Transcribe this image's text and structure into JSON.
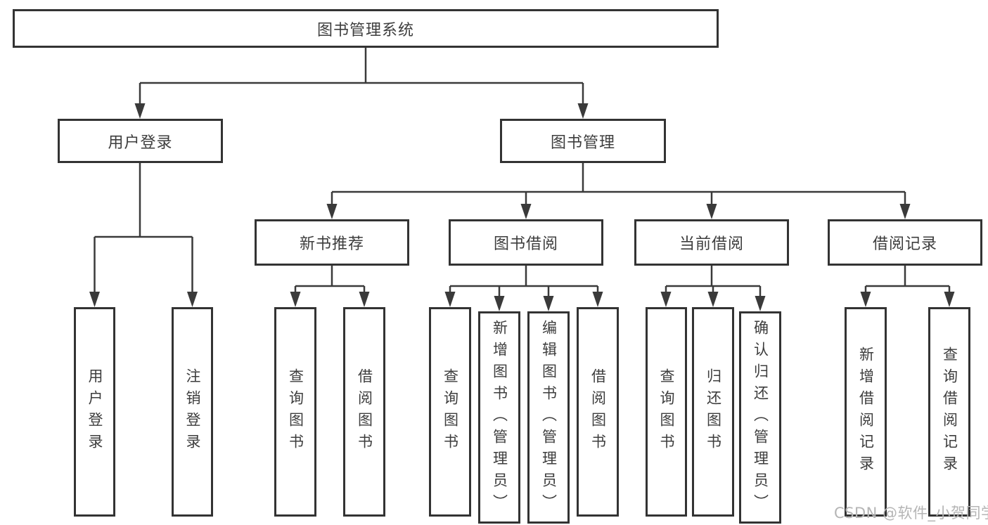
{
  "diagram": {
    "type": "hierarchy-tree",
    "tree": {
      "root": {
        "label": "图书管理系统"
      },
      "level2": [
        {
          "label": "用户登录"
        },
        {
          "label": "图书管理"
        }
      ],
      "level3": [
        {
          "label": "新书推荐",
          "parent": "图书管理"
        },
        {
          "label": "图书借阅",
          "parent": "图书管理"
        },
        {
          "label": "当前借阅",
          "parent": "图书管理"
        },
        {
          "label": "借阅记录",
          "parent": "图书管理"
        }
      ],
      "leaves": {
        "user_login": [
          {
            "label": "用户登录"
          },
          {
            "label": "注销登录"
          }
        ],
        "new_book": [
          {
            "label": "查询图书"
          },
          {
            "label": "借阅图书"
          }
        ],
        "borrow": [
          {
            "label": "查询图书"
          },
          {
            "label": "新增图书（管理员）"
          },
          {
            "label": "编辑图书（管理员）"
          },
          {
            "label": "借阅图书"
          }
        ],
        "current": [
          {
            "label": "查询图书"
          },
          {
            "label": "归还图书"
          },
          {
            "label": "确认归还（管理员）"
          }
        ],
        "records": [
          {
            "label": "新增借阅记录"
          },
          {
            "label": "查询借阅记录"
          }
        ]
      }
    },
    "colors": {
      "line": "#3a3a3a",
      "box_border": "#333333",
      "box_fill": "#ffffff",
      "text": "#3d3d3d",
      "watermark": "#b5b5b5",
      "background": "#ffffff"
    }
  },
  "watermark": "CSDN @软件_小贺同学"
}
